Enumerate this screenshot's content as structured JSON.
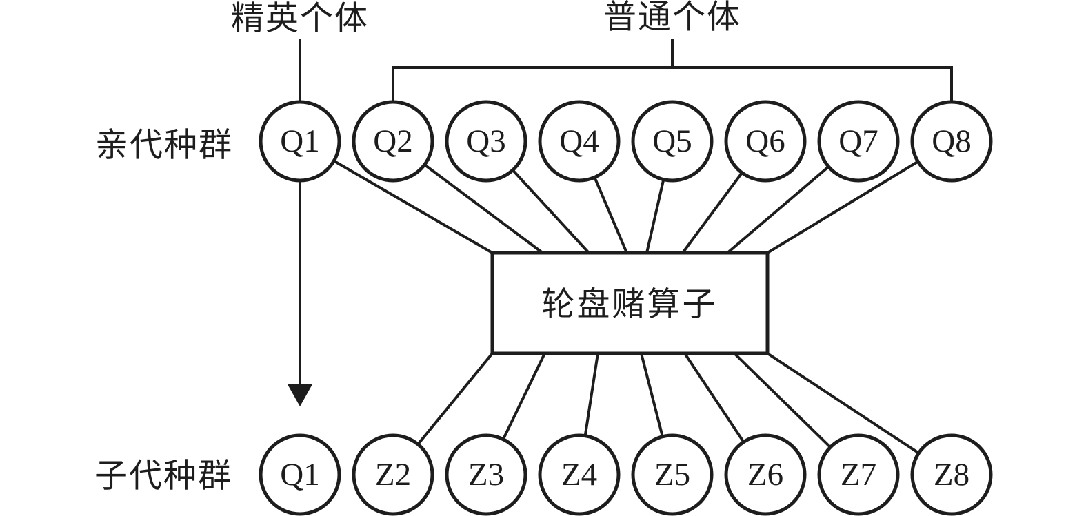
{
  "diagram": {
    "title_annotations": {
      "elite": "精英个体",
      "common": "普通个体"
    },
    "row_labels": {
      "parent": "亲代种群",
      "offspring": "子代种群"
    },
    "operator_box": {
      "label": "轮盘赌算子"
    },
    "parent_nodes": [
      "Q1",
      "Q2",
      "Q3",
      "Q4",
      "Q5",
      "Q6",
      "Q7",
      "Q8"
    ],
    "offspring_nodes": [
      "Q1",
      "Z2",
      "Z3",
      "Z4",
      "Z5",
      "Z6",
      "Z7",
      "Z8"
    ],
    "colors": {
      "stroke": "#1d1d1d",
      "background": "#ffffff",
      "node_fill": "#ffffff"
    }
  }
}
